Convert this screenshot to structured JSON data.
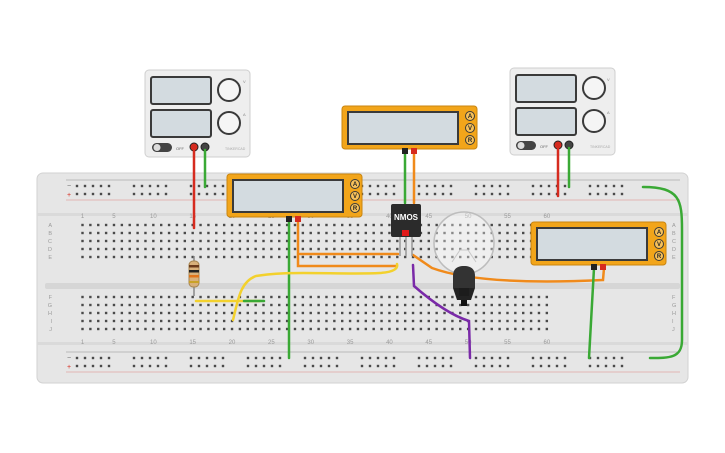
{
  "breadboard": {
    "column_numbers": [
      "1",
      "5",
      "10",
      "15",
      "20",
      "25",
      "30",
      "35",
      "40",
      "45",
      "50",
      "55",
      "60"
    ],
    "row_letters_top": [
      "A",
      "B",
      "C",
      "D",
      "E"
    ],
    "row_letters_bottom": [
      "F",
      "G",
      "H",
      "I",
      "J"
    ],
    "rail_minus": "−",
    "rail_plus": "+"
  },
  "power_supply_left": {
    "switch_label": "OFF",
    "brand": "TINKERCAD",
    "knob_voltage_label": "V",
    "knob_current_label": "A"
  },
  "power_supply_right": {
    "switch_label": "OFF",
    "brand": "TINKERCAD",
    "knob_voltage_label": "V",
    "knob_current_label": "A"
  },
  "multimeter_buttons": [
    "A",
    "V",
    "R"
  ],
  "mosfet": {
    "label": "NMOS"
  },
  "colors": {
    "board": "#e6e6e6",
    "multimeter_body": "#f2a51a",
    "lcd": "#d3dbe0",
    "wire_red": "#d62b1f",
    "wire_green": "#3aa935",
    "wire_orange": "#f08a1b",
    "wire_yellow": "#f3d12d",
    "wire_purple": "#7a2aa8"
  }
}
